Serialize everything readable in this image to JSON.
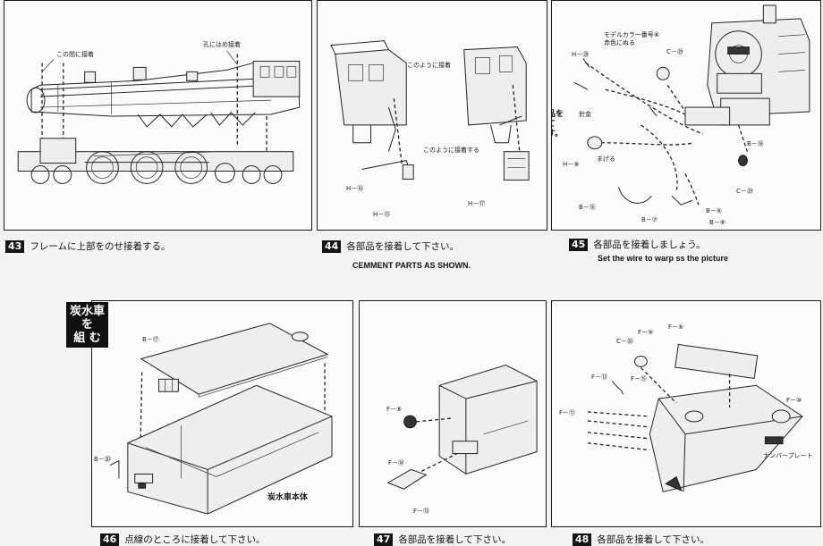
{
  "steps": {
    "s43": {
      "num": "43",
      "text": "フレームに上部をのせ接着する。"
    },
    "s44": {
      "num": "44",
      "text": "各部品を接着して下さい。"
    },
    "s45": {
      "num": "45",
      "text": "各部品を接着しましょう。"
    },
    "s46": {
      "num": "46",
      "text": "点線のところに接着して下さい。"
    },
    "s47": {
      "num": "47",
      "text": "各部品を接着して下さい。"
    },
    "s48": {
      "num": "48",
      "text": "各部品を接着して下さい。"
    }
  },
  "english": {
    "cement": "CEMMENT PARTS AS SHOWN.",
    "wire": "Set the wire to warp ss the picture"
  },
  "section_title": [
    "炭水車",
    "を",
    "組 む"
  ],
  "panel43": {
    "label1": "この間に接着",
    "label2": "孔にはめ接着"
  },
  "panel44": {
    "label1": "このように接着",
    "label2": "このように接着する",
    "parts": [
      "H－⑯",
      "H－⑮",
      "H－⑰"
    ]
  },
  "panel45": {
    "paint_note": [
      "モデルカラー番号⑧",
      "赤色にぬる"
    ],
    "first_note": [
      "先に部品を",
      "とうして",
      "おきます。"
    ],
    "wire_label": "針金",
    "bend_label": "まげる",
    "parts": [
      "H－⑳",
      "C－㉙",
      "B－⑱",
      "H－⑧",
      "B－⑯",
      "B－⑦",
      "B－⑥",
      "B－⑧",
      "C－㉙"
    ]
  },
  "panel46": {
    "parts": [
      "B－⑰",
      "B－⑳"
    ],
    "body_label": "炭水車本体"
  },
  "panel47": {
    "parts": [
      "F－⑧",
      "F－⑭",
      "F－⑬"
    ]
  },
  "panel48": {
    "parts": [
      "C－㉖",
      "F－⑨",
      "F－⑥",
      "F－⑬",
      "F－⑮",
      "F－⑪",
      "F－⑩"
    ],
    "plate_label": "ナンバープレート"
  }
}
